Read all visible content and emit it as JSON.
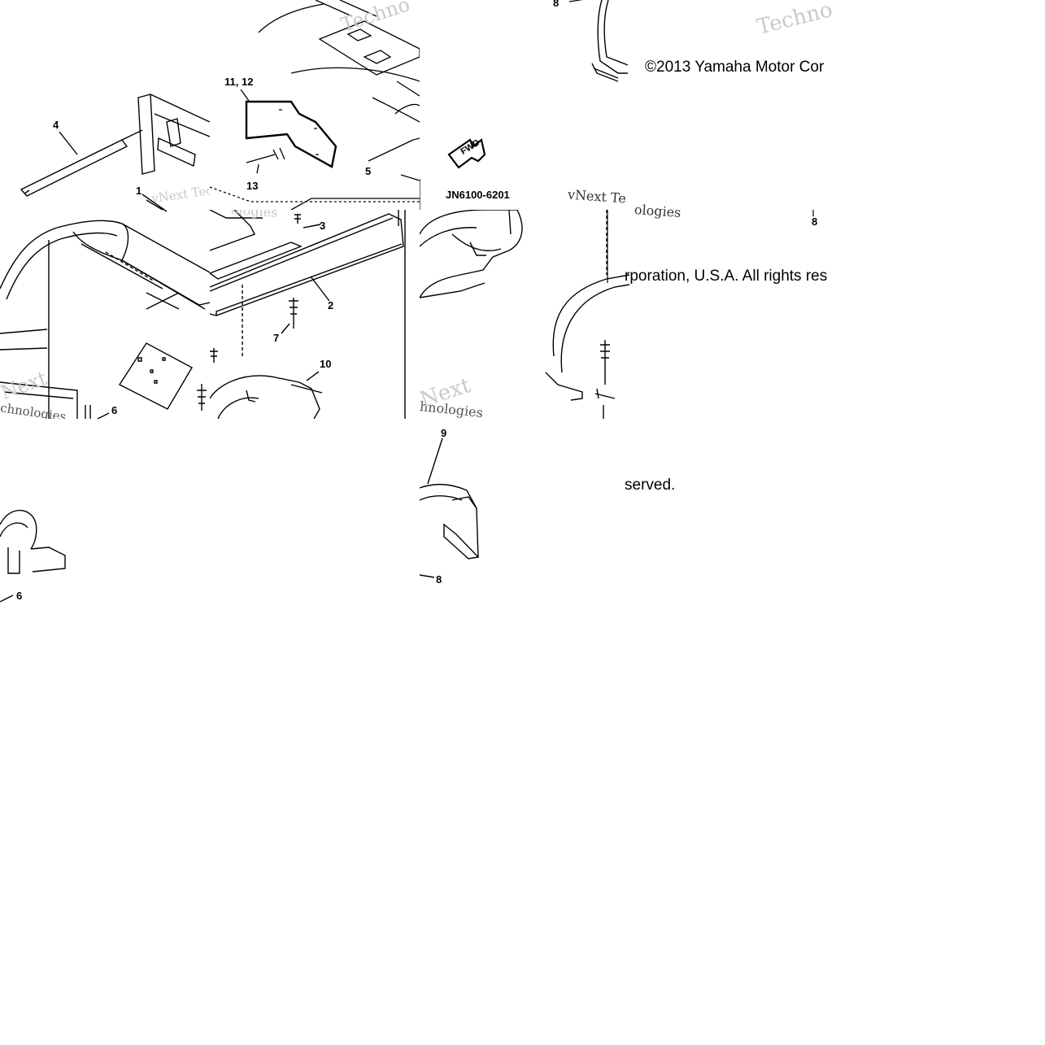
{
  "diagram": {
    "part_code": "JN6100-6201",
    "fwd_label": "FWD",
    "copyright": {
      "top": "©2013 Yamaha Motor Cor",
      "middle": "rporation, U.S.A. All rights res",
      "bottom": "served."
    },
    "watermarks": {
      "vnext": "vNext Tec",
      "vnext_b": "vNext Te",
      "ologies": "ologies",
      "techn": "Techno",
      "next": "Next",
      "hnologies": "chnologies",
      "hnologies_b": "hnologies"
    },
    "callouts": {
      "c1": "1",
      "c2": "2",
      "c3": "3",
      "c4": "4",
      "c5": "5",
      "c6a": "6",
      "c6b": "6",
      "c7": "7",
      "c8a": "8",
      "c8b": "8",
      "c8c": "8",
      "c9": "9",
      "c10": "10",
      "c11_12": "11, 12",
      "c13": "13"
    }
  }
}
